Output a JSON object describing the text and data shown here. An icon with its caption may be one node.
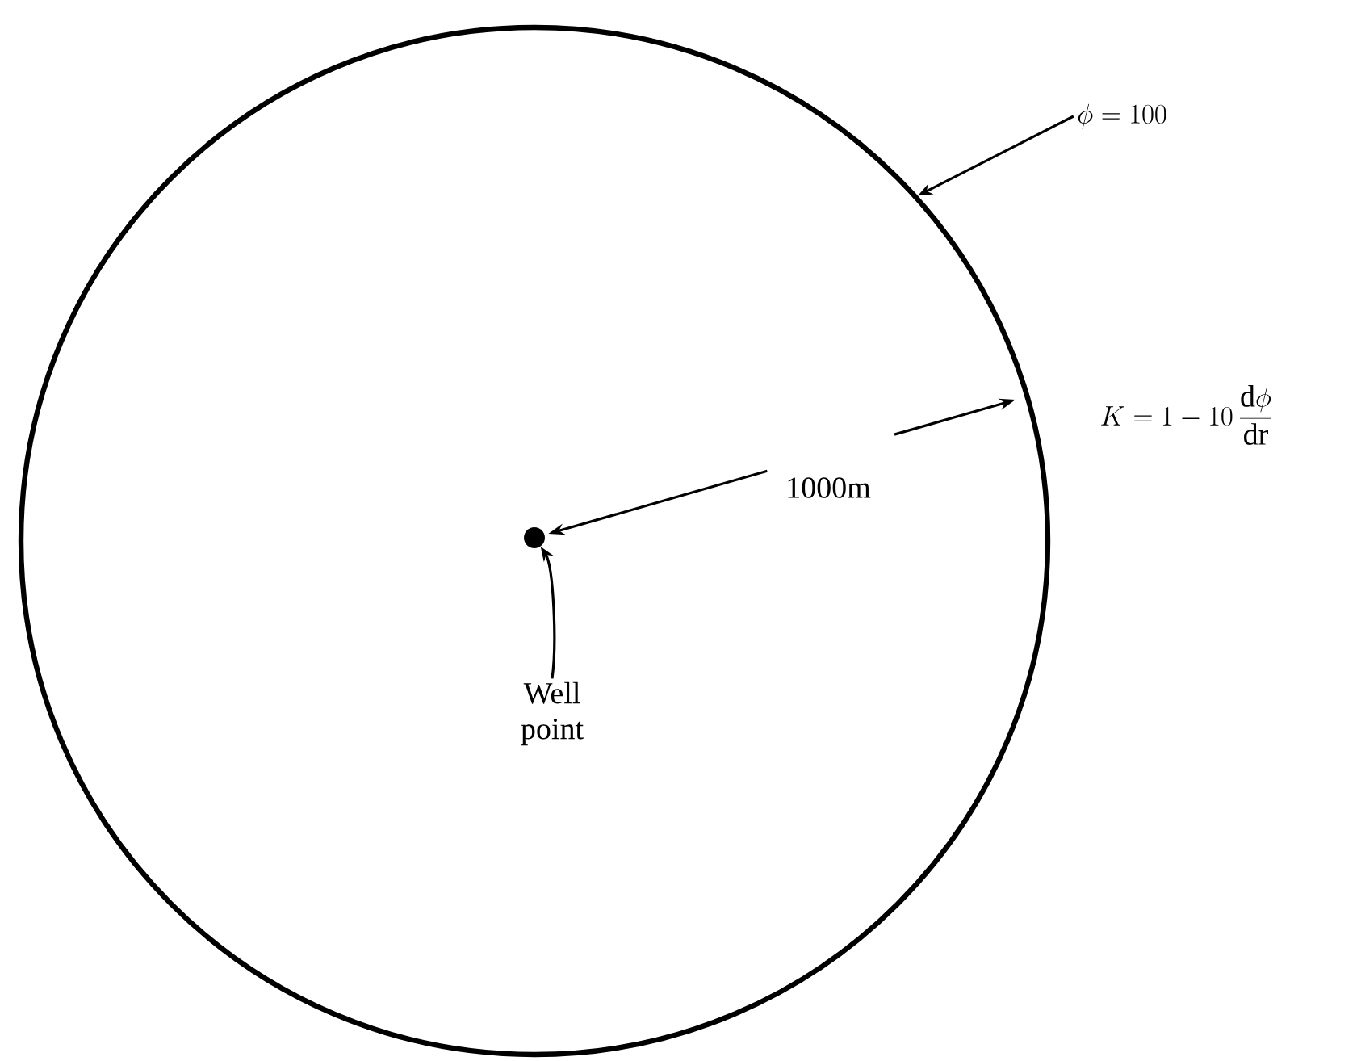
{
  "diagram": {
    "nodes": [
      {
        "text": [
          "\\phi = 100"
        ]
      },
      {
        "text": [],
        "shape": "circle"
      },
      {
        "text": [],
        "shape": "circle",
        "in": 1
      },
      {
        "text": [
          "Well point"
        ],
        "in": 1
      }
    ],
    "edges": [
      {
        "from": 0,
        "to": 1,
        "arrow": "to"
      },
      {
        "from": 3,
        "to": 2,
        "arrow": "to"
      }
    ],
    "labels": [
      "K = 1 - 10\\,\\frac{\\mathrm{d}\\phi}{\\mathrm{d}\\mathrm{r}}",
      "1000m"
    ]
  }
}
